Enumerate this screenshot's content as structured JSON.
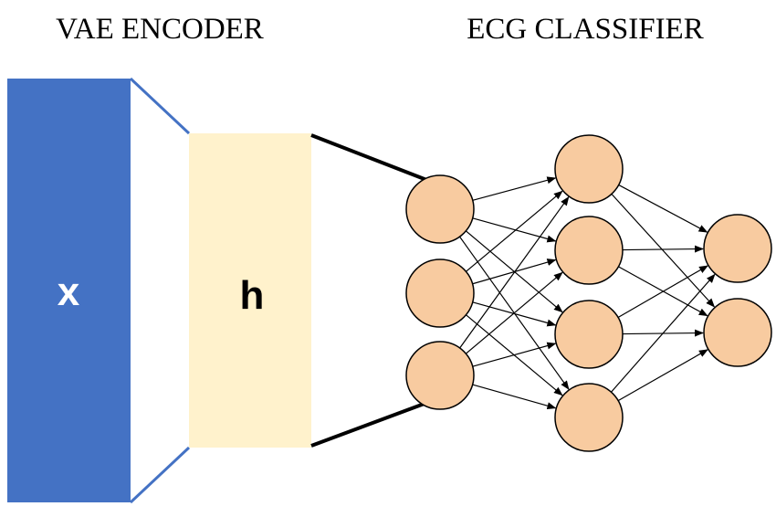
{
  "titles": {
    "encoder": "VAE ENCODER",
    "classifier": "ECG CLASSIFIER"
  },
  "encoder": {
    "input_label": "x",
    "latent_label": "h"
  },
  "network": {
    "layers": [
      3,
      4,
      2
    ]
  },
  "colors": {
    "input_block": "#4472c4",
    "latent_block": "#fff2cc",
    "node_fill": "#f8cba0",
    "node_stroke": "#000000",
    "funnel_line": "#4472c4"
  }
}
